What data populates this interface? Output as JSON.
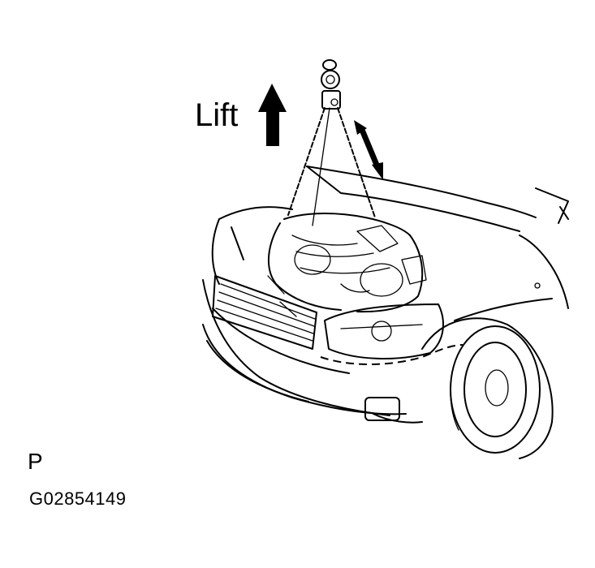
{
  "labels": {
    "lift": "Lift",
    "view_letter": "P",
    "figure_code": "G02854149"
  },
  "colors": {
    "line": "#000000",
    "background": "#ffffff"
  },
  "icons": {
    "lift_arrow": "arrow-up-icon",
    "adjust_arrow": "double-arrow-icon"
  }
}
